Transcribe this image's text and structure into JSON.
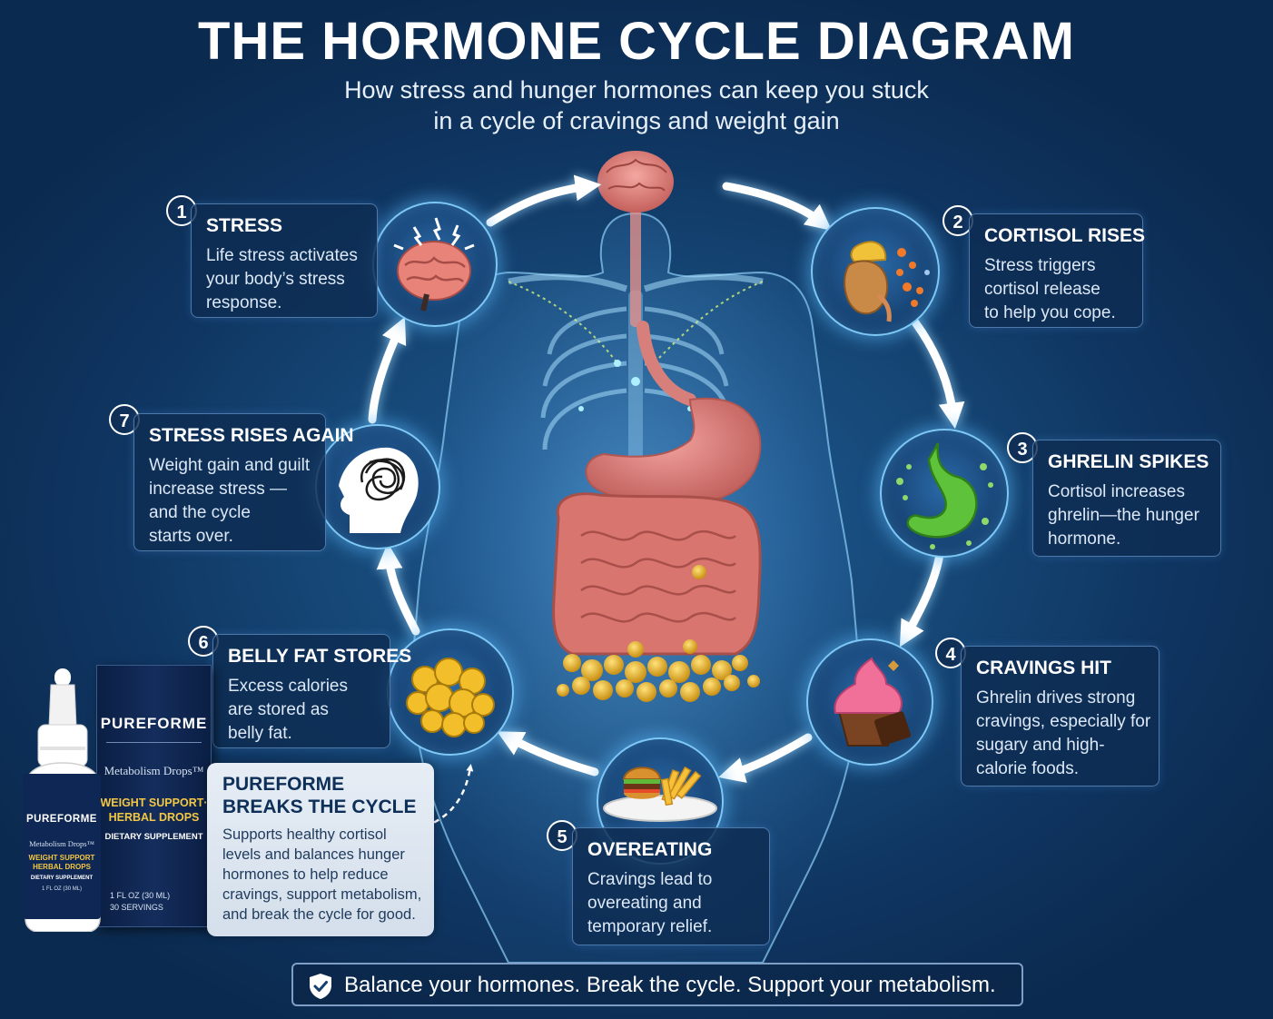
{
  "title": "THE HORMONE CYCLE DIAGRAM",
  "subtitle_lines": [
    "How stress and hunger hormones can keep you stuck",
    "in a cycle of cravings and weight gain"
  ],
  "steps": [
    {
      "number": "1",
      "title": "STRESS",
      "lines": [
        "Life stress activates",
        "your body’s stress",
        "response."
      ],
      "icon": "stressed-brain-icon"
    },
    {
      "number": "2",
      "title": "CORTISOL RISES",
      "lines": [
        "Stress triggers",
        "cortisol release",
        "to help you cope."
      ],
      "icon": "adrenal-kidney-icon"
    },
    {
      "number": "3",
      "title": "GHRELIN SPIKES",
      "lines": [
        "Cortisol increases",
        "ghrelin—the hunger",
        "hormone."
      ],
      "icon": "stomach-icon"
    },
    {
      "number": "4",
      "title": "CRAVINGS HIT",
      "lines": [
        "Ghrelin drives strong",
        "cravings, especially for",
        "sugary and high-",
        "calorie foods."
      ],
      "icon": "cupcake-icon"
    },
    {
      "number": "5",
      "title": "OVEREATING",
      "lines": [
        "Cravings lead to",
        "overeating and",
        "temporary relief."
      ],
      "icon": "burger-fries-icon"
    },
    {
      "number": "6",
      "title": "BELLY FAT STORES",
      "lines": [
        "Excess calories",
        "are stored as",
        "belly fat."
      ],
      "icon": "fat-cells-icon"
    },
    {
      "number": "7",
      "title": "STRESS RISES AGAIN",
      "lines": [
        "Weight gain and guilt",
        "increase stress —",
        "and the cycle",
        "starts over."
      ],
      "icon": "tangled-head-icon"
    }
  ],
  "breaks": {
    "title_lines": [
      "PUREFORME",
      "BREAKS THE CYCLE"
    ],
    "lines": [
      "Supports healthy cortisol",
      "levels and balances hunger",
      "hormones to help reduce",
      "cravings, support metabolism,",
      "and break the cycle for good."
    ]
  },
  "product": {
    "brand": "PUREFORME",
    "sub": "Metabolism Drops™",
    "gold_lines": [
      "WEIGHT SUPPORT·",
      "HERBAL DROPS"
    ],
    "diet": "DIETARY SUPPLEMENT",
    "size_lines": [
      "1 FL OZ (30 ML)",
      "30 SERVINGS"
    ]
  },
  "bottle": {
    "brand": "PUREFORME",
    "sub": "Metabolism Drops™",
    "gold_lines": [
      "WEIGHT SUPPORT",
      "HERBAL DROPS"
    ],
    "diet": "DIETARY SUPPLEMENT",
    "size": "1 FL OZ (30 ML)"
  },
  "tagline": "Balance your hormones. Break the cycle. Support your metabolism.",
  "colors": {
    "background": "#12406e",
    "accent_glow": "#7ec8f5",
    "gold": "#f2c744",
    "navy": "#0f2754"
  }
}
